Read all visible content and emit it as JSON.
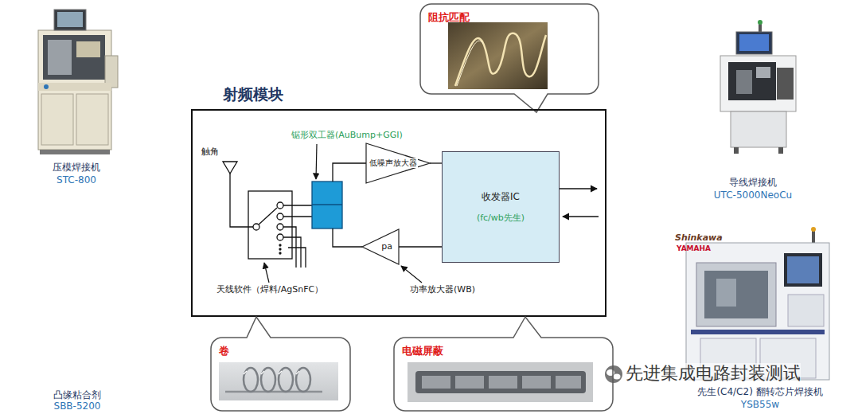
{
  "diagram": {
    "nodes": [
      {
        "text": [
          "阻抗匹配"
        ]
      },
      {
        "text": [
          "射频模块"
        ]
      },
      {
        "text": [
          "低噪声放大器"
        ],
        "in": 1
      },
      {
        "text": [
          "收发器IC",
          "(fc/wb先生)"
        ],
        "in": 1
      },
      {
        "text": [
          "pa"
        ],
        "in": 1
      },
      {
        "text": [
          "卷"
        ]
      },
      {
        "text": [
          "电磁屏蔽"
        ]
      }
    ],
    "edges": [
      {
        "from": 2,
        "to": 3,
        "arrow": "none"
      },
      {
        "from": 3,
        "to": 4,
        "arrow": "none"
      }
    ],
    "labels": [
      "压模焊接机",
      "STC-800",
      "凸缘粘合剂",
      "SBB-5200",
      "导线焊接机",
      "UTC-5000NeoCu",
      "Shinkawa",
      "YAMAHA",
      "先生(C4/C2) 翻转芯片焊接机",
      "YSB55w",
      "触角",
      "锯形双工器(AuBump+GGI)",
      "天线软件（焊料/AgSnFC）",
      "功率放大器(WB)",
      "先进集成电路封装测试"
    ]
  }
}
